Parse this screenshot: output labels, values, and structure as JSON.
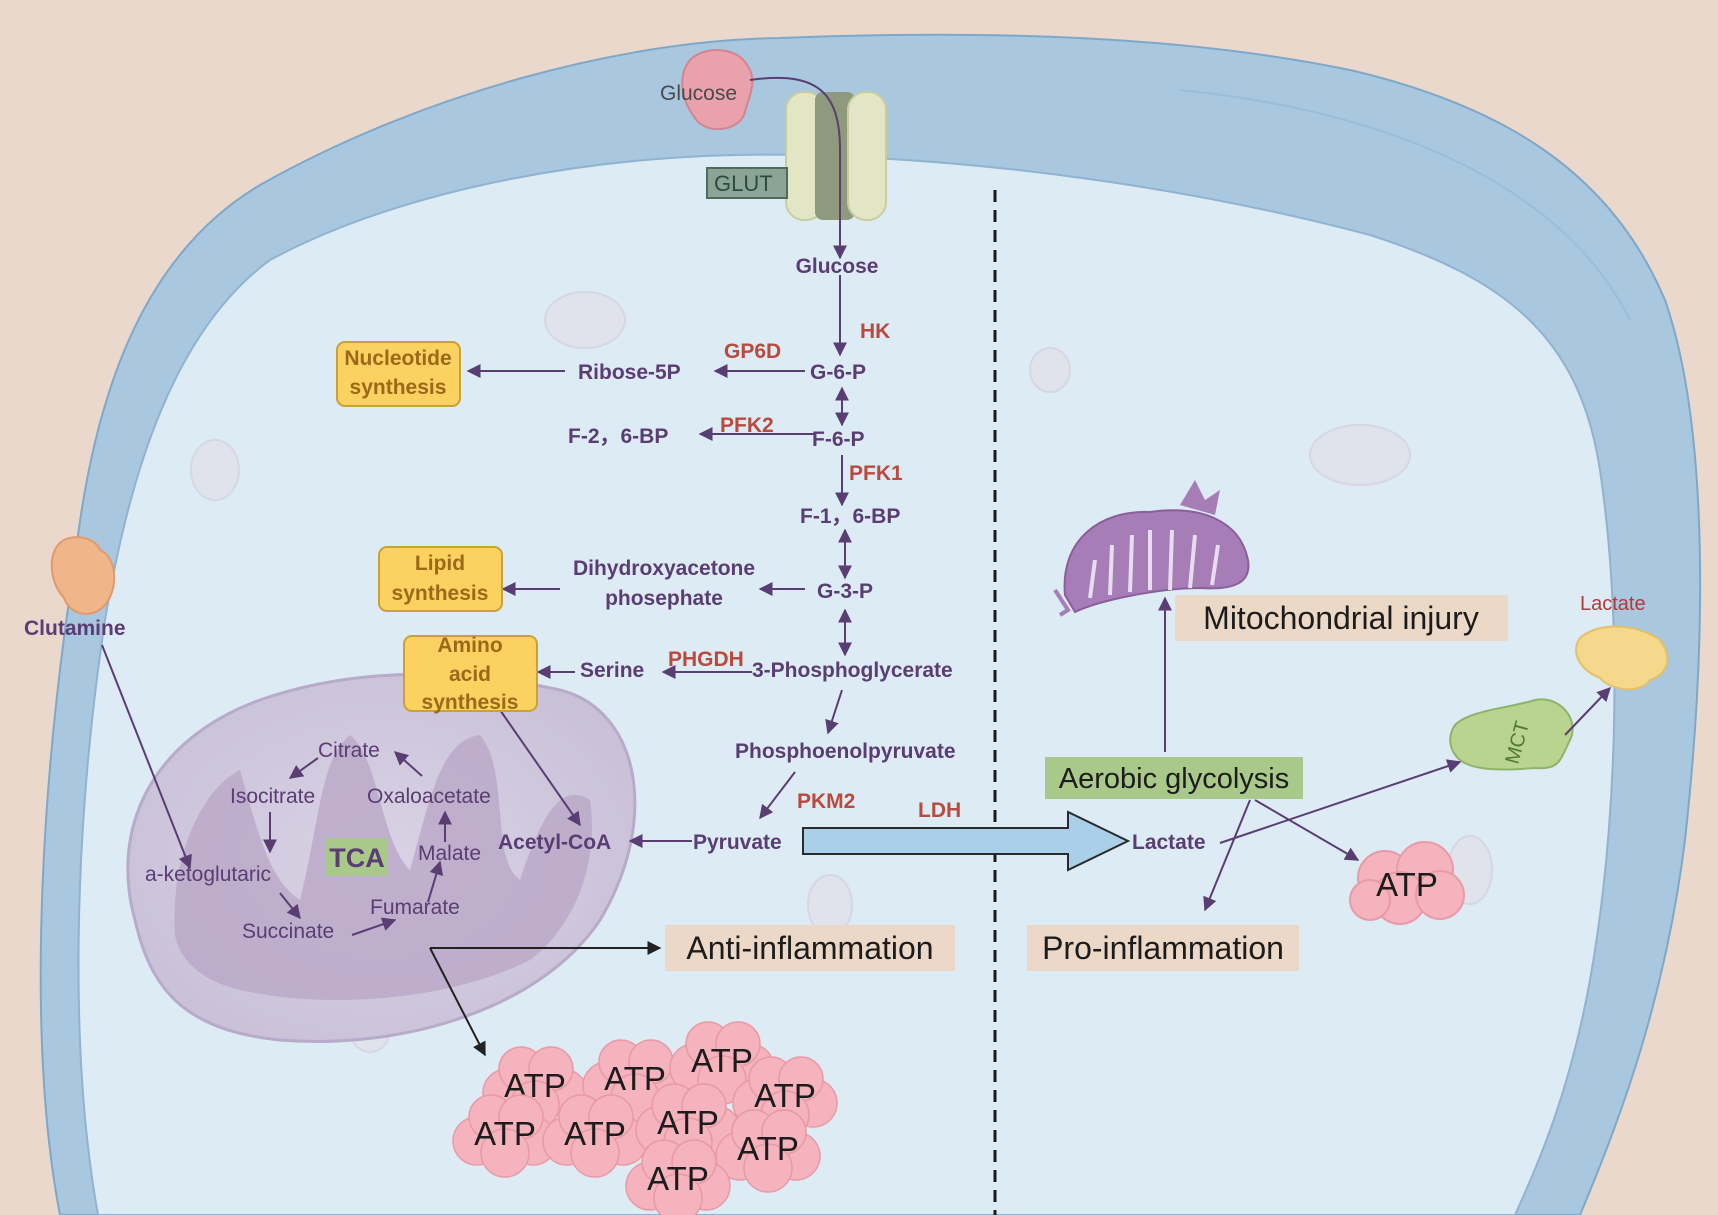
{
  "outside": {
    "glucose": "Glucose",
    "glut": "GLUT",
    "lactate": "Lactate",
    "mct": "MCT",
    "glutamine": "Clutamine"
  },
  "glycolysis": {
    "glucose": "Glucose",
    "hk": "HK",
    "g6p": "G-6-P",
    "gp6d": "GP6D",
    "ribose": "Ribose-5P",
    "f6p": "F-6-P",
    "pfk2": "PFK2",
    "f26bp": "F-2，6-BP",
    "pfk1": "PFK1",
    "f16bp": "F-1，6-BP",
    "g3p": "G-3-P",
    "dhap_1": "Dihydroxyacetone",
    "dhap_2": "phosephate",
    "pg3": "3-Phosphoglycerate",
    "phgdh": "PHGDH",
    "serine": "Serine",
    "pep": "Phosphoenolpyruvate",
    "pkm2": "PKM2",
    "pyruvate": "Pyruvate",
    "ldh": "LDH",
    "acetyl": "Acetyl-CoA",
    "lactate": "Lactate"
  },
  "boxes": {
    "nucleotide_1": "Nucleotide",
    "nucleotide_2": "synthesis",
    "lipid_1": "Lipid",
    "lipid_2": "synthesis",
    "amino_1": "Amino",
    "amino_2": "acid",
    "amino_3": "synthesis"
  },
  "tca": {
    "label": "TCA",
    "citrate": "Citrate",
    "isocitrate": "Isocitrate",
    "oxaloacetate": "Oxaloacetate",
    "aketo": "a-ketoglutaric",
    "malate": "Malate",
    "succinate": "Succinate",
    "fumarate": "Fumarate"
  },
  "outcomes": {
    "anti": "Anti-inflammation",
    "pro": "Pro-inflammation",
    "mito": "Mitochondrial injury",
    "aerobic": "Aerobic glycolysis",
    "atp": "ATP"
  },
  "atp_cluster": [
    "ATP",
    "ATP",
    "ATP",
    "ATP",
    "ATP",
    "ATP",
    "ATP",
    "ATP",
    "ATP"
  ],
  "colors": {
    "background": "#ead8cd",
    "membrane": "#a9c7de",
    "cytoplasm": "#ddebf5",
    "metabolite": "#5a3d72",
    "enzyme": "#b94a3e",
    "synthesis_box": "#fbd25f",
    "outcome_box": "#ecd8c6",
    "aerobic_box": "#a9c98a",
    "atp_cloud": "#f4b3bd"
  }
}
